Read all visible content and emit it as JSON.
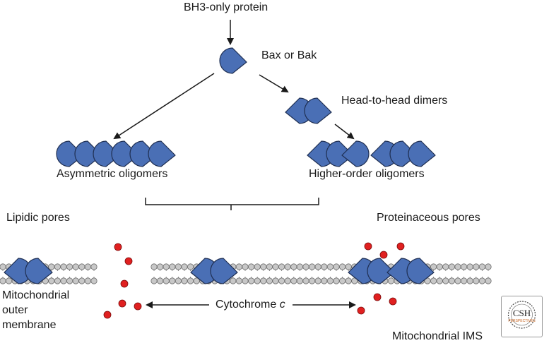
{
  "labels": {
    "bh3_only_protein": "BH3-only protein",
    "bax_or_bak": "Bax or Bak",
    "head_to_head_dimers": "Head-to-head dimers",
    "asymmetric_oligomers": "Asymmetric oligomers",
    "higher_order_oligomers": "Higher-order oligomers",
    "lipidic_pores": "Lipidic pores",
    "proteinaceous_pores": "Proteinaceous pores",
    "mito_outer_line1": "Mitochondrial",
    "mito_outer_line2": "outer",
    "mito_outer_line3": "membrane",
    "cytochrome_prefix": "Cytochrome ",
    "cytochrome_italic": "c",
    "mitochondrial_ims": "Mitochondrial IMS"
  },
  "logo": {
    "text_main": "CSH",
    "text_sub": "PERSPECTIVES"
  },
  "colors": {
    "protein_fill": "#4a6fb5",
    "protein_stroke": "#1f2f52",
    "cytochrome_fill": "#e02020",
    "lipid_head_fill": "#c8c8c8",
    "lipid_head_stroke": "#6a6a6a",
    "logo_accent": "#c86420"
  }
}
